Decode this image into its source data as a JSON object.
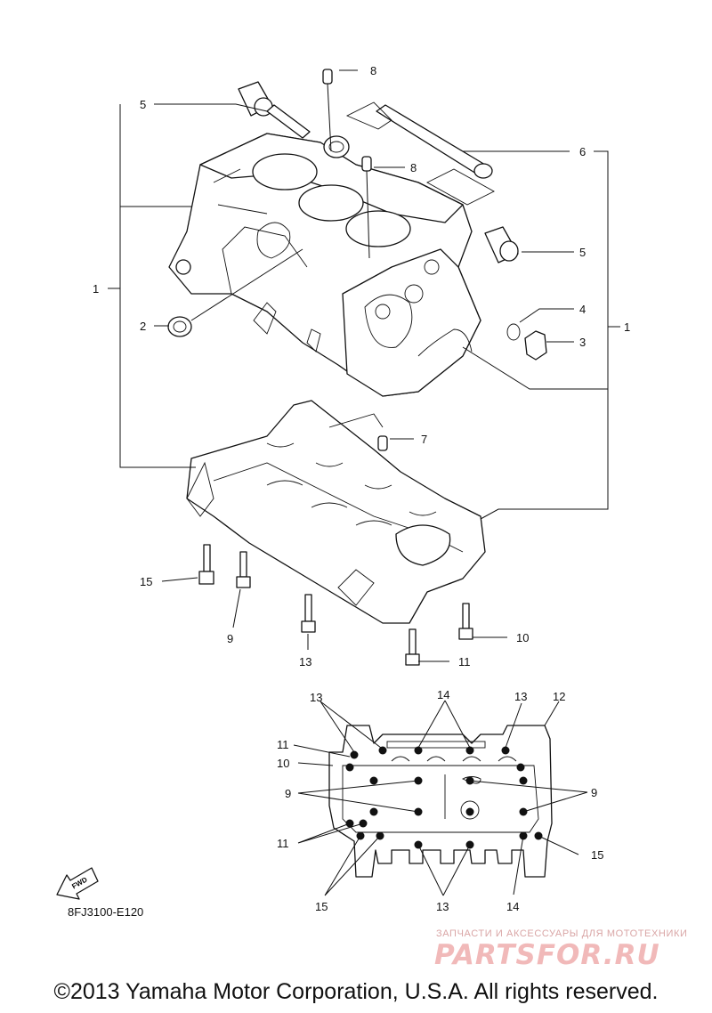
{
  "diagram": {
    "callouts": {
      "c1_left": "1",
      "c1_right": "1",
      "c2": "2",
      "c3": "3",
      "c4": "4",
      "c5_top": "5",
      "c5_mid": "5",
      "c6": "6",
      "c7": "7",
      "c8_top": "8",
      "c8_mid": "8",
      "c9": "9",
      "c10": "10",
      "c11": "11",
      "c13": "13",
      "c15": "15"
    },
    "layout_callouts": {
      "l13_a": "13",
      "l14_a": "14",
      "l13_b": "13",
      "l12": "12",
      "l11_a": "11",
      "l10": "10",
      "l9_left": "9",
      "l9_right": "9",
      "l11_b": "11",
      "l15_right": "15",
      "l15_left": "15",
      "l13_c": "13",
      "l14_b": "14"
    },
    "fwd_label": "FWD",
    "reference_code": "8FJ3100-E120"
  },
  "watermark": {
    "tagline": "ЗАПЧАСТИ И АКСЕССУАРЫ ДЛЯ МОТОТЕХНИКИ",
    "logo_text": "PARTSFOR.RU"
  },
  "footer": {
    "copyright": "©2013 Yamaha Motor Corporation, U.S.A. All rights reserved."
  }
}
